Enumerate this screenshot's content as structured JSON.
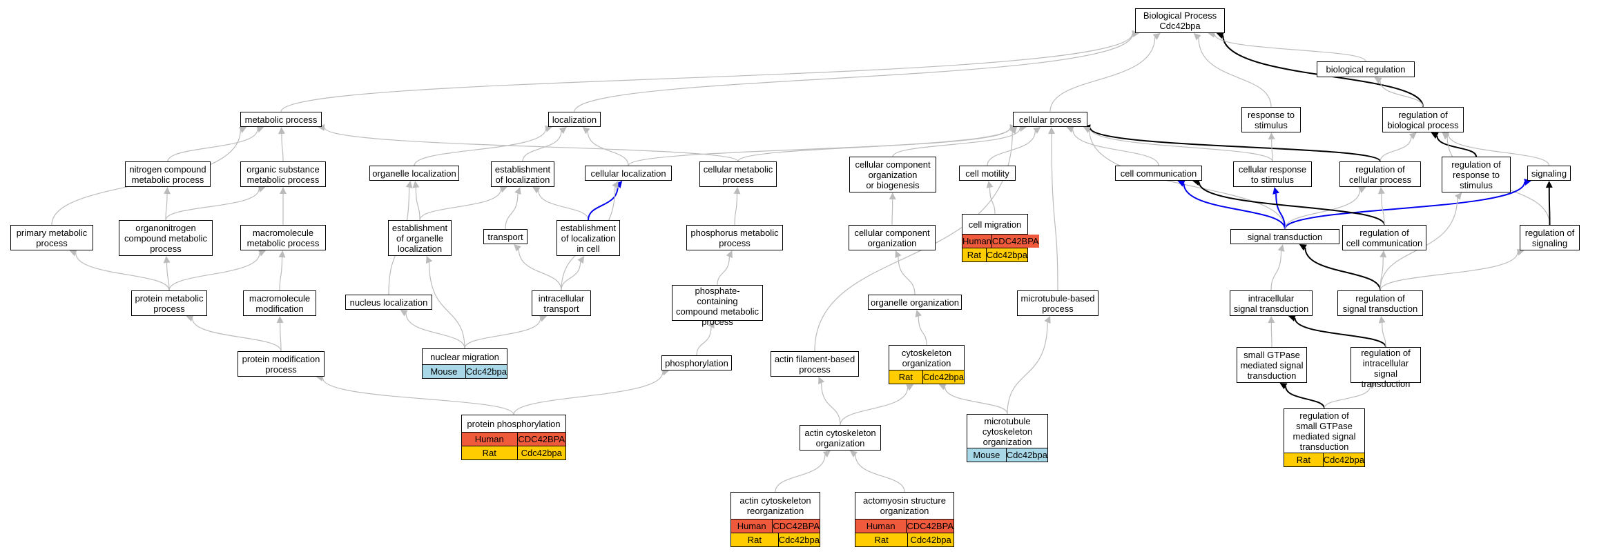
{
  "colors": {
    "Human": "#f05a3c",
    "Rat": "#ffcc00",
    "Mouse": "#a8d8e8",
    "edge_default": "#bbbbbb",
    "edge_blue": "#0000ee",
    "edge_black": "#000000"
  },
  "nodes": [
    {
      "id": "bp",
      "label": "Biological Process\nCdc42bpa"
    },
    {
      "id": "biolreg",
      "label": "biological regulation"
    },
    {
      "id": "metab",
      "label": "metabolic process"
    },
    {
      "id": "loc",
      "label": "localization"
    },
    {
      "id": "cellproc",
      "label": "cellular process"
    },
    {
      "id": "resp",
      "label": "response to\nstimulus"
    },
    {
      "id": "regbio",
      "label": "regulation of\nbiological process"
    },
    {
      "id": "nitro",
      "label": "nitrogen compound\nmetabolic process"
    },
    {
      "id": "orgsub",
      "label": "organic substance\nmetabolic process"
    },
    {
      "id": "orgloc",
      "label": "organelle localization"
    },
    {
      "id": "estloc",
      "label": "establishment\nof localization"
    },
    {
      "id": "cellloc",
      "label": "cellular localization"
    },
    {
      "id": "cellmet",
      "label": "cellular metabolic\nprocess"
    },
    {
      "id": "ccob",
      "label": "cellular component\norganization\nor biogenesis"
    },
    {
      "id": "motil",
      "label": "cell motility"
    },
    {
      "id": "comm",
      "label": "cell communication"
    },
    {
      "id": "cellresp",
      "label": "cellular response\nto stimulus"
    },
    {
      "id": "regcell",
      "label": "regulation of\ncellular process"
    },
    {
      "id": "regresp",
      "label": "regulation of\nresponse to\nstimulus"
    },
    {
      "id": "signaling",
      "label": "signaling"
    },
    {
      "id": "primary",
      "label": "primary metabolic\nprocess"
    },
    {
      "id": "organonitro",
      "label": "organonitrogen\ncompound metabolic\nprocess"
    },
    {
      "id": "macromet",
      "label": "macromolecule\nmetabolic process"
    },
    {
      "id": "estorg",
      "label": "establishment\nof organelle\nlocalization"
    },
    {
      "id": "transport",
      "label": "transport"
    },
    {
      "id": "estcell",
      "label": "establishment\nof localization\nin cell"
    },
    {
      "id": "phosmet",
      "label": "phosphorus metabolic\nprocess"
    },
    {
      "id": "cco",
      "label": "cellular component\norganization"
    },
    {
      "id": "migration",
      "label": "cell migration",
      "rows": [
        [
          "Human",
          "CDC42BPA"
        ],
        [
          "Rat",
          "Cdc42bpa"
        ]
      ]
    },
    {
      "id": "sigtrans",
      "label": "signal transduction"
    },
    {
      "id": "regcomm",
      "label": "regulation of\ncell communication"
    },
    {
      "id": "regsig",
      "label": "regulation of\nsignaling"
    },
    {
      "id": "protmet",
      "label": "protein metabolic\nprocess"
    },
    {
      "id": "macromod",
      "label": "macromolecule\nmodification"
    },
    {
      "id": "nucloc",
      "label": "nucleus localization"
    },
    {
      "id": "intratrans",
      "label": "intracellular\ntransport"
    },
    {
      "id": "phoscont",
      "label": "phosphate-containing\ncompound metabolic\nprocess"
    },
    {
      "id": "orgorg",
      "label": "organelle organization"
    },
    {
      "id": "mtproc",
      "label": "microtubule-based\nprocess"
    },
    {
      "id": "intrasig",
      "label": "intracellular\nsignal transduction"
    },
    {
      "id": "regsigtrans",
      "label": "regulation of\nsignal transduction"
    },
    {
      "id": "protmod",
      "label": "protein modification\nprocess"
    },
    {
      "id": "nucmig",
      "label": "nuclear migration",
      "rows": [
        [
          "Mouse",
          "Cdc42bpa"
        ]
      ]
    },
    {
      "id": "phosph",
      "label": "phosphorylation"
    },
    {
      "id": "actinfil",
      "label": "actin filament-based\nprocess"
    },
    {
      "id": "cytoorg",
      "label": "cytoskeleton\norganization",
      "rows": [
        [
          "Rat",
          "Cdc42bpa"
        ]
      ]
    },
    {
      "id": "gtpase",
      "label": "small GTPase\nmediated signal\ntransduction"
    },
    {
      "id": "regintra",
      "label": "regulation of\nintracellular\nsignal transduction"
    },
    {
      "id": "protphos",
      "label": "protein phosphorylation",
      "rows": [
        [
          "Human",
          "CDC42BPA"
        ],
        [
          "Rat",
          "Cdc42bpa"
        ]
      ]
    },
    {
      "id": "actincyto",
      "label": "actin cytoskeleton\norganization"
    },
    {
      "id": "mtcyto",
      "label": "microtubule\ncytoskeleton\norganization",
      "rows": [
        [
          "Mouse",
          "Cdc42bpa"
        ]
      ]
    },
    {
      "id": "reggtp",
      "label": "regulation of\nsmall GTPase\nmediated signal\ntransduction",
      "rows": [
        [
          "Rat",
          "Cdc42bpa"
        ]
      ]
    },
    {
      "id": "actinreorg",
      "label": "actin cytoskeleton\nreorganization",
      "rows": [
        [
          "Human",
          "CDC42BPA"
        ],
        [
          "Rat",
          "Cdc42bpa"
        ]
      ]
    },
    {
      "id": "actomyo",
      "label": "actomyosin structure\norganization",
      "rows": [
        [
          "Human",
          "CDC42BPA"
        ],
        [
          "Rat",
          "Cdc42bpa"
        ]
      ]
    }
  ],
  "edges": [
    [
      "metab",
      "bp",
      ""
    ],
    [
      "loc",
      "bp",
      ""
    ],
    [
      "cellproc",
      "bp",
      ""
    ],
    [
      "resp",
      "bp",
      ""
    ],
    [
      "regbio",
      "bp",
      "black"
    ],
    [
      "biolreg",
      "bp",
      ""
    ],
    [
      "regbio",
      "biolreg",
      ""
    ],
    [
      "primary",
      "metab",
      ""
    ],
    [
      "nitro",
      "metab",
      ""
    ],
    [
      "orgsub",
      "metab",
      ""
    ],
    [
      "cellmet",
      "metab",
      ""
    ],
    [
      "orgloc",
      "loc",
      ""
    ],
    [
      "estloc",
      "loc",
      ""
    ],
    [
      "cellloc",
      "loc",
      ""
    ],
    [
      "cellloc",
      "cellproc",
      ""
    ],
    [
      "cellmet",
      "cellproc",
      ""
    ],
    [
      "ccob",
      "cellproc",
      ""
    ],
    [
      "motil",
      "cellproc",
      ""
    ],
    [
      "comm",
      "cellproc",
      ""
    ],
    [
      "cellresp",
      "cellproc",
      ""
    ],
    [
      "regcell",
      "cellproc",
      "black"
    ],
    [
      "actinfil",
      "cellproc",
      ""
    ],
    [
      "mtproc",
      "cellproc",
      ""
    ],
    [
      "sigtrans",
      "cellproc",
      ""
    ],
    [
      "cellresp",
      "resp",
      ""
    ],
    [
      "regcell",
      "regbio",
      ""
    ],
    [
      "regresp",
      "regbio",
      "black"
    ],
    [
      "signaling",
      "regbio",
      ""
    ],
    [
      "regsig",
      "regbio",
      ""
    ],
    [
      "organonitro",
      "nitro",
      ""
    ],
    [
      "macromet",
      "orgsub",
      ""
    ],
    [
      "organonitro",
      "orgsub",
      ""
    ],
    [
      "protmet",
      "primary",
      ""
    ],
    [
      "protmet",
      "organonitro",
      ""
    ],
    [
      "protmet",
      "macromet",
      ""
    ],
    [
      "macromod",
      "macromet",
      ""
    ],
    [
      "protmod",
      "macromod",
      ""
    ],
    [
      "protmod",
      "protmet",
      ""
    ],
    [
      "estorg",
      "orgloc",
      ""
    ],
    [
      "nucloc",
      "orgloc",
      ""
    ],
    [
      "estorg",
      "estloc",
      ""
    ],
    [
      "transport",
      "estloc",
      ""
    ],
    [
      "estcell",
      "estloc",
      ""
    ],
    [
      "estcell",
      "cellloc",
      "blue"
    ],
    [
      "intratrans",
      "cellloc",
      ""
    ],
    [
      "intratrans",
      "transport",
      ""
    ],
    [
      "intratrans",
      "estcell",
      ""
    ],
    [
      "nucmig",
      "nucloc",
      ""
    ],
    [
      "nucmig",
      "estorg",
      ""
    ],
    [
      "nucmig",
      "intratrans",
      ""
    ],
    [
      "phosmet",
      "cellmet",
      ""
    ],
    [
      "phoscont",
      "phosmet",
      ""
    ],
    [
      "phosph",
      "phoscont",
      ""
    ],
    [
      "protphos",
      "phosph",
      ""
    ],
    [
      "protphos",
      "protmod",
      ""
    ],
    [
      "cco",
      "ccob",
      ""
    ],
    [
      "orgorg",
      "cco",
      ""
    ],
    [
      "cytoorg",
      "orgorg",
      ""
    ],
    [
      "actincyto",
      "cytoorg",
      ""
    ],
    [
      "mtcyto",
      "cytoorg",
      ""
    ],
    [
      "actincyto",
      "actinfil",
      ""
    ],
    [
      "mtcyto",
      "mtproc",
      ""
    ],
    [
      "actinreorg",
      "actincyto",
      ""
    ],
    [
      "actomyo",
      "actincyto",
      ""
    ],
    [
      "migration",
      "motil",
      ""
    ],
    [
      "sigtrans",
      "comm",
      "blue"
    ],
    [
      "sigtrans",
      "cellresp",
      "blue"
    ],
    [
      "sigtrans",
      "signaling",
      "blue"
    ],
    [
      "sigtrans",
      "regcell",
      ""
    ],
    [
      "regcomm",
      "comm",
      "black"
    ],
    [
      "regcomm",
      "regcell",
      ""
    ],
    [
      "regsig",
      "signaling",
      "black"
    ],
    [
      "regsigtrans",
      "regresp",
      ""
    ],
    [
      "regsigtrans",
      "regsig",
      ""
    ],
    [
      "intrasig",
      "sigtrans",
      ""
    ],
    [
      "regsigtrans",
      "sigtrans",
      "black"
    ],
    [
      "regsigtrans",
      "regcomm",
      ""
    ],
    [
      "gtpase",
      "intrasig",
      ""
    ],
    [
      "regintra",
      "intrasig",
      "black"
    ],
    [
      "regintra",
      "regsigtrans",
      ""
    ],
    [
      "reggtp",
      "gtpase",
      "black"
    ],
    [
      "reggtp",
      "regintra",
      ""
    ]
  ]
}
